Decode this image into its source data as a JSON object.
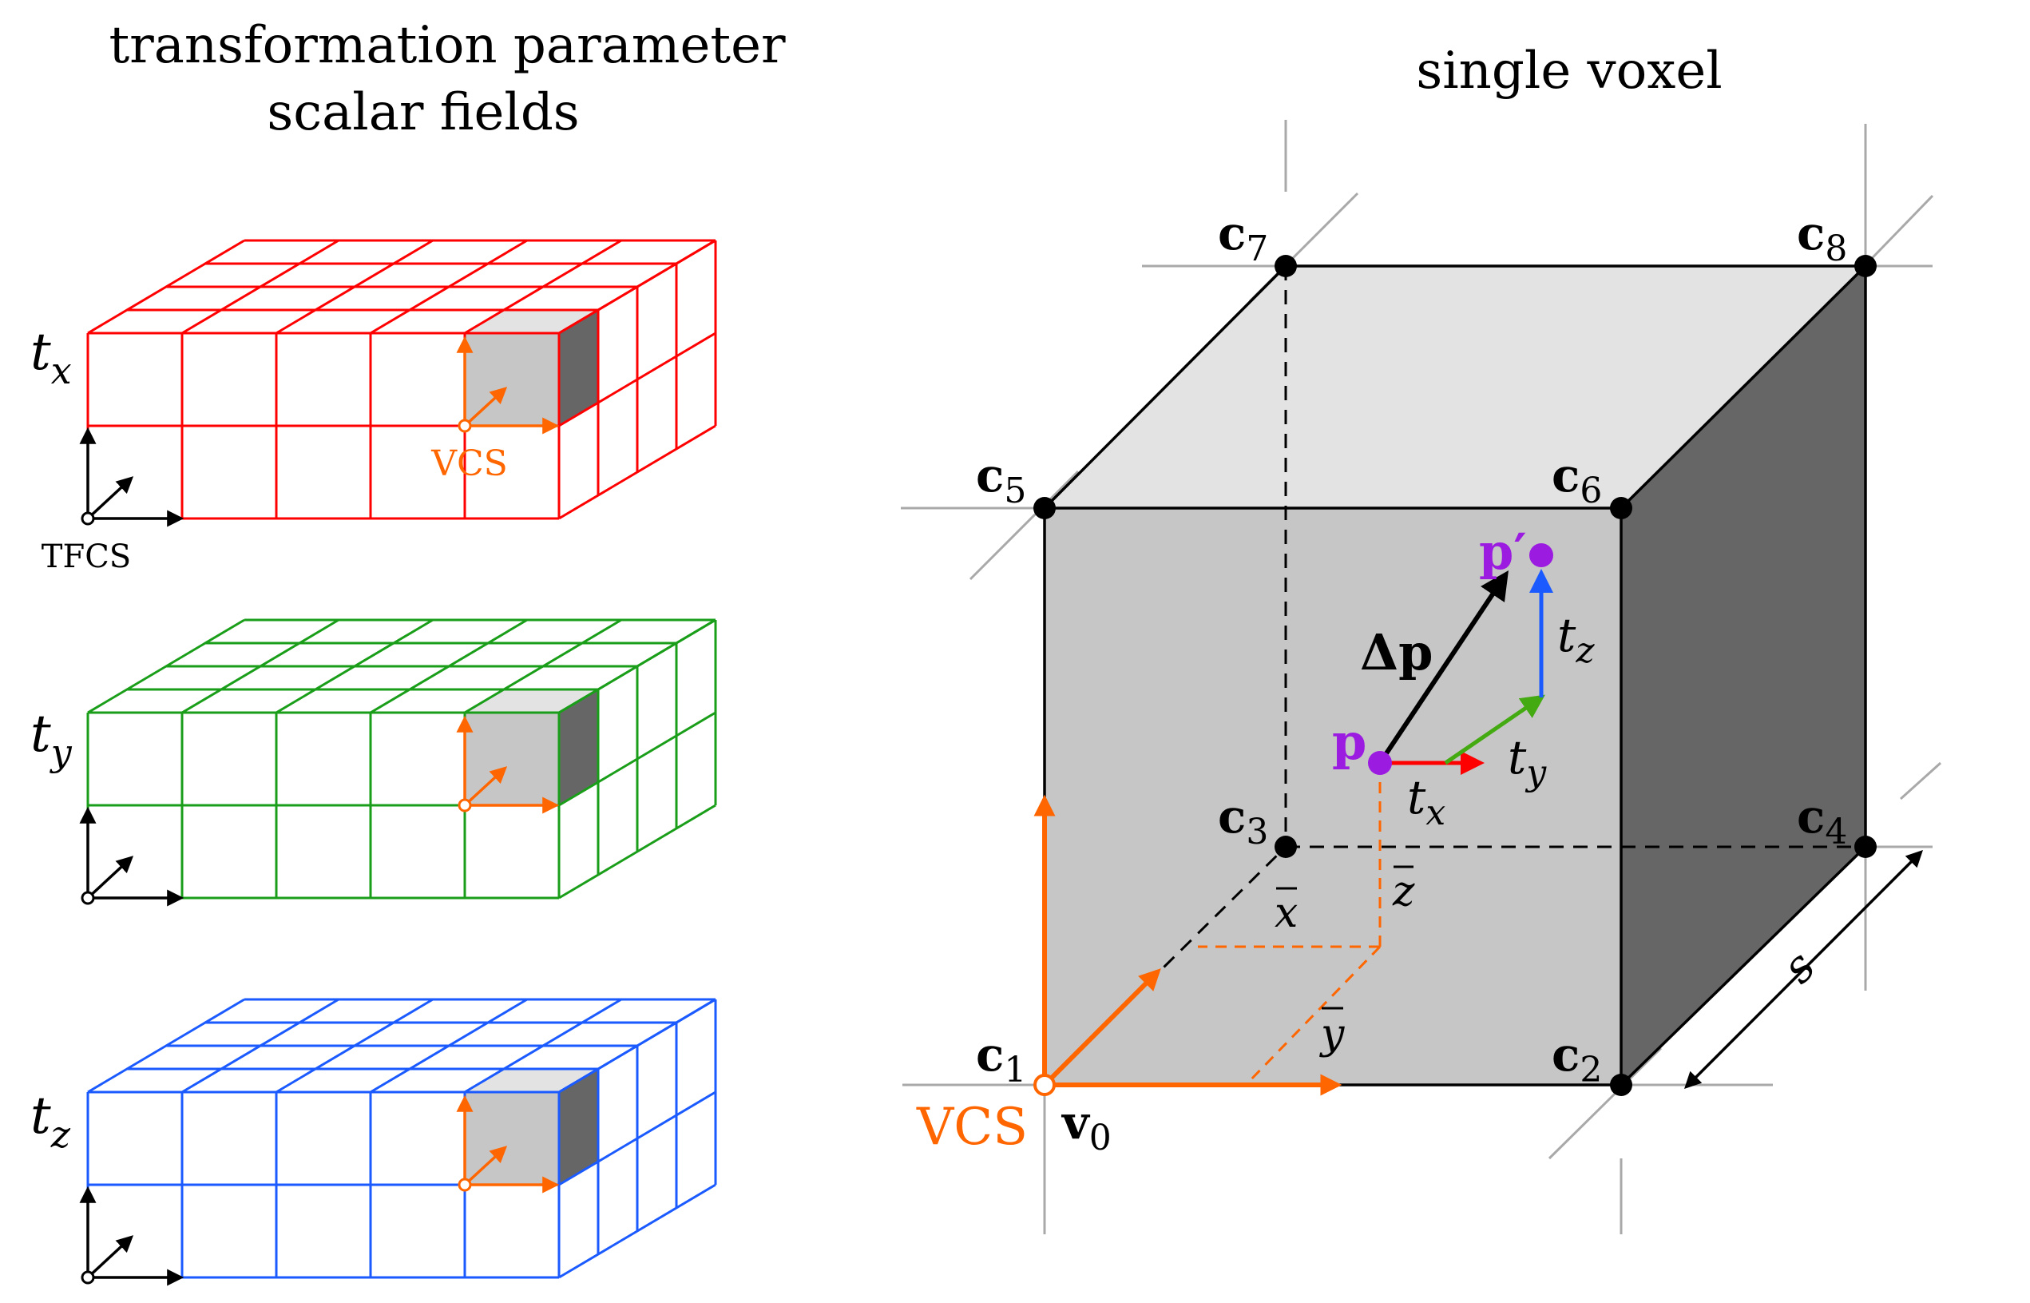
{
  "titles": {
    "left_line1": "transformation parameter",
    "left_line2": "scalar fields",
    "right": "single voxel"
  },
  "colors": {
    "tx": "#ff0000",
    "ty": "#1a9e1a",
    "tz": "#1a5aff",
    "vcs": "#ff6600",
    "point": "#9b1be0",
    "face_light": "#e3e3e3",
    "face_front": "#c6c6c6",
    "face_dark": "#666666",
    "guide": "#a9a9a9"
  },
  "fields": [
    {
      "symbol": "t",
      "subscript": "x",
      "color_key": "tx",
      "vcs_label": "VCS",
      "frame_label": "TFCS"
    },
    {
      "symbol": "t",
      "subscript": "y",
      "color_key": "ty"
    },
    {
      "symbol": "t",
      "subscript": "z",
      "color_key": "tz"
    }
  ],
  "voxel": {
    "corners": [
      {
        "letter": "c",
        "index": "1"
      },
      {
        "letter": "c",
        "index": "2"
      },
      {
        "letter": "c",
        "index": "3"
      },
      {
        "letter": "c",
        "index": "4"
      },
      {
        "letter": "c",
        "index": "5"
      },
      {
        "letter": "c",
        "index": "6"
      },
      {
        "letter": "c",
        "index": "7"
      },
      {
        "letter": "c",
        "index": "8"
      }
    ],
    "origin": {
      "letter": "v",
      "index": "0"
    },
    "vcs_label": "VCS",
    "point_p": "p",
    "point_p_prime": "p′",
    "delta_p": "Δp",
    "tx": {
      "symbol": "t",
      "subscript": "x"
    },
    "ty": {
      "symbol": "t",
      "subscript": "y"
    },
    "tz": {
      "symbol": "t",
      "subscript": "z"
    },
    "xbar": "x",
    "ybar": "y",
    "zbar": "z",
    "size_label": "s"
  }
}
